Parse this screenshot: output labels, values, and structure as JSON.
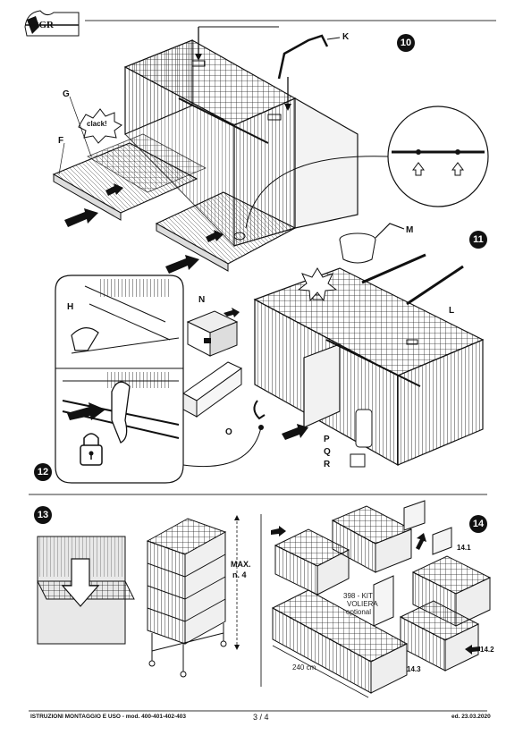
{
  "brand": "2GR",
  "steps": {
    "s10": "10",
    "s11": "11",
    "s12": "12",
    "s13": "13",
    "s14": "14"
  },
  "labels": {
    "K": "K",
    "G": "G",
    "F": "F",
    "clack": "clack!",
    "M": "M",
    "N": "N",
    "H": "H",
    "L": "L",
    "O": "O",
    "P": "P",
    "Q": "Q",
    "R": "R"
  },
  "step13": {
    "max": "MAX.",
    "n": "n. 4"
  },
  "step14": {
    "sub1": "14.1",
    "sub2": "14.2",
    "sub3": "14.3",
    "kit_line1": "398 - KIT",
    "kit_line2": "VOLIERA",
    "kit_line3": "optional",
    "length": "240 cm"
  },
  "footer": {
    "left": "ISTRUZIONI MONTAGGIO E USO - mod. 400-401-402-403",
    "page": "3 / 4",
    "edition": "ed. 23.03.2020"
  }
}
